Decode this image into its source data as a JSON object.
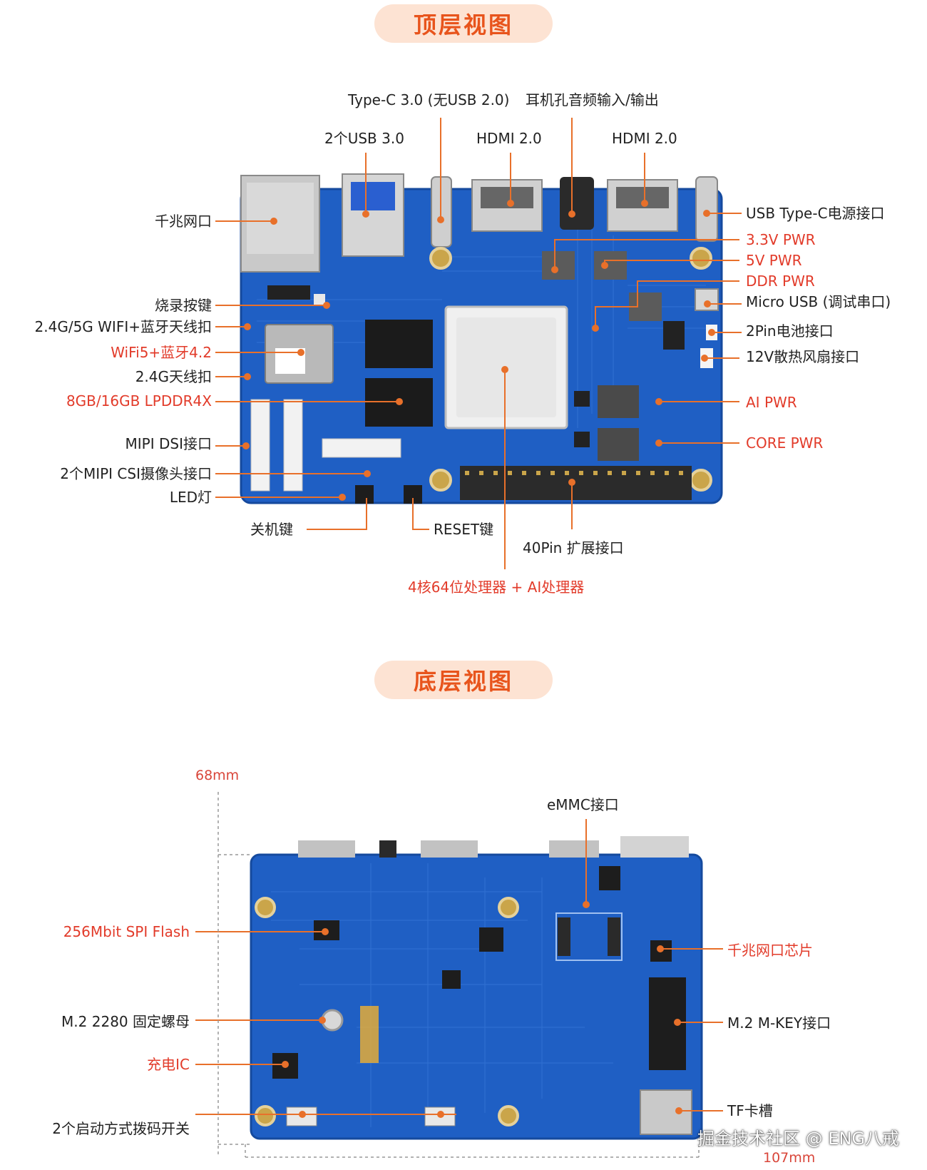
{
  "top_title": "顶层视图",
  "bottom_title": "底层视图",
  "top_labels": {
    "typec30": "Type-C 3.0 (无USB 2.0)",
    "audio": "耳机孔音频输入/输出",
    "usb30": "2个USB 3.0",
    "hdmi1": "HDMI 2.0",
    "hdmi2": "HDMI 2.0",
    "ethernet": "千兆网口",
    "typec_power": "USB Type-C电源接口",
    "pwr33": "3.3V PWR",
    "pwr5": "5V PWR",
    "ddr_pwr": "DDR PWR",
    "micro_usb": "Micro USB (调试串口)",
    "burn_key": "烧录按键",
    "wifi_antenna": "2.4G/5G WIFI+蓝牙天线扣",
    "battery": "2Pin电池接口",
    "wifi_module": "WiFi5+蓝牙4.2",
    "fan": "12V散热风扇接口",
    "antenna24": "2.4G天线扣",
    "lpddr": "8GB/16GB LPDDR4X",
    "ai_pwr": "AI PWR",
    "mipi_dsi": "MIPI DSI接口",
    "core_pwr": "CORE PWR",
    "mipi_csi": "2个MIPI CSI摄像头接口",
    "led": "LED灯",
    "power_key": "关机键",
    "reset_key": "RESET键",
    "gpio40": "40Pin 扩展接口",
    "cpu": "4核64位处理器 + AI处理器"
  },
  "bottom_labels": {
    "emmc": "eMMC接口",
    "spi_flash": "256Mbit SPI Flash",
    "eth_chip": "千兆网口芯片",
    "m2_nut": "M.2 2280 固定螺母",
    "m2_mkey": "M.2 M-KEY接口",
    "charge_ic": "充电IC",
    "tf_slot": "TF卡槽",
    "boot_switch": "2个启动方式拨码开关"
  },
  "dimensions": {
    "height": "68mm",
    "width": "107mm"
  },
  "watermark": "掘金技术社区 @ ENG八戒",
  "colors": {
    "accent": "#e8541c",
    "pill_bg": "#fde3d3",
    "label_red": "#e23b2a",
    "leader": "#e8702a",
    "pcb": "#1f5fc4",
    "pcb_dark": "#154a9e"
  }
}
